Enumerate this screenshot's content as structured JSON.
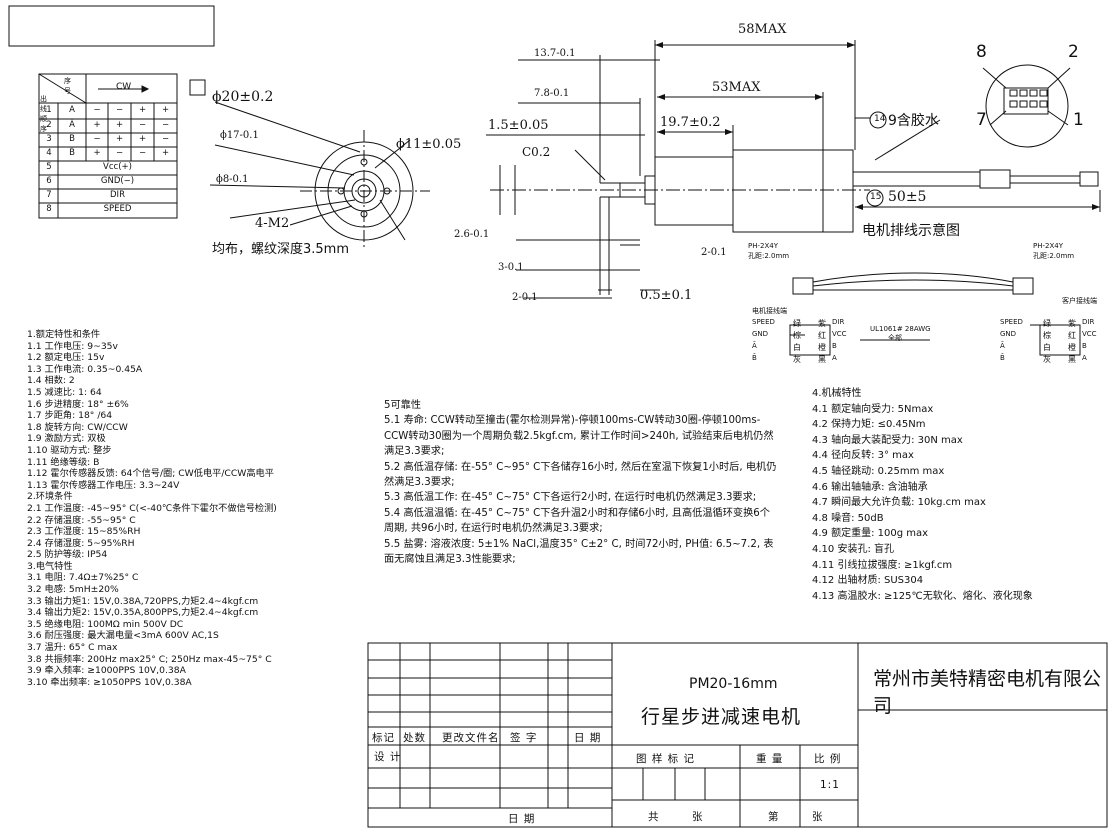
{
  "seq_table": {
    "corner_top": "序号",
    "corner_bottom": "出线顺序",
    "direction": "CW",
    "rows": [
      {
        "no": "1",
        "name": "A",
        "cells": [
          "−",
          "−",
          "+",
          "+"
        ]
      },
      {
        "no": "2",
        "name": "Ā",
        "cells": [
          "+",
          "+",
          "−",
          "−"
        ]
      },
      {
        "no": "3",
        "name": "B",
        "cells": [
          "−",
          "+",
          "+",
          "−"
        ]
      },
      {
        "no": "4",
        "name": "B̄",
        "cells": [
          "+",
          "−",
          "−",
          "+"
        ]
      }
    ],
    "pins": [
      {
        "no": "5",
        "name": "Vcc(+)"
      },
      {
        "no": "6",
        "name": "GND(−)"
      },
      {
        "no": "7",
        "name": "DIR"
      },
      {
        "no": "8",
        "name": "SPEED"
      }
    ]
  },
  "drawing_labels": {
    "phi20": "ϕ20±0.2",
    "phi17": "ϕ17-0.1",
    "phi8": "ϕ8-0.1",
    "m2": "4-M2",
    "m2_note": "均布，螺纹深度3.5mm",
    "phi11": "ϕ11±0.05",
    "c02": "C0.2",
    "dim_13_7": "13.7-0.1",
    "dim_7_8": "7.8-0.1",
    "dim_1_5": "1.5±0.05",
    "dim_58": "58MAX",
    "dim_53": "53MAX",
    "dim_19_7": "19.7±0.2",
    "dim_2_6": "2.6-0.1",
    "dim_3": "3-0.1",
    "dim_2a": "2-0.1",
    "dim_2b": "2-0.1",
    "dim_0_5": "0.5±0.1",
    "glue_no": "14",
    "glue": "9含胶水",
    "lead_no": "15",
    "lead_len": "50±5",
    "wiring_title": "电机排线示意图",
    "connector_pins": [
      "8",
      "2",
      "7",
      "1"
    ],
    "conn_left": "PH-2X4Y",
    "conn_left_sub": "孔距:2.0mm",
    "conn_right": "PH-2X4Y",
    "conn_right_sub": "孔距:2.0mm",
    "motor_side": "电机接线端",
    "customer_side": "客户接线端",
    "cable": "UL1061# 28AWG",
    "cable_sub": "全部",
    "left_pins": [
      "SPEED",
      "GND",
      "Ā",
      "B̄"
    ],
    "right_pins": [
      "DIR",
      "VCC",
      "B",
      "A"
    ],
    "colors_a": [
      "绿",
      "棕",
      "白",
      "灰"
    ],
    "colors_b": [
      "紫",
      "红",
      "橙",
      "黑"
    ]
  },
  "specs_left": [
    "1.额定特性和条件",
    "1.1 工作电压: 9~35v",
    "1.2 额定电压: 15v",
    "1.3 工作电流: 0.35~0.45A",
    "1.4 相数: 2",
    "1.5 减速比: 1: 64",
    "1.6 步进精度: 18° ±6%",
    "1.7 步距角: 18° /64",
    "1.8 旋转方向: CW/CCW",
    "1.9 激励方式: 双极",
    "1.10 驱动方式: 整步",
    "1.11 绝缘等级: B",
    "1.12 霍尔传感器反馈: 64个信号/圈; CW低电平/CCW高电平",
    "1.13 霍尔传感器工作电压: 3.3~24V",
    "2.环境条件",
    "2.1 工作温度: -45~95° C(<-40℃条件下霍尔不做信号检测)",
    "2.2 存储温度: -55~95° C",
    "2.3 工作湿度: 15~85%RH",
    "2.4 存储湿度: 5~95%RH",
    "2.5 防护等级: IP54",
    "3.电气特性",
    "3.1 电阻: 7.4Ω±7%25° C",
    "3.2 电感: 5mH±20%",
    "3.3 输出力矩1: 15V,0.38A,720PPS,力矩2.4~4kgf.cm",
    "3.4 输出力矩2: 15V,0.35A,800PPS,力矩2.4~4kgf.cm",
    "3.5 绝缘电阻: 100MΩ min 500V DC",
    "3.6 耐压强度: 最大漏电量<3mA 600V AC,1S",
    "3.7 温升: 65° C max",
    "3.8 共振频率: 200Hz max25° C; 250Hz max-45~75° C",
    "3.9 牵入频率: ≥1000PPS 10V,0.38A",
    "3.10 牵出频率: ≥1050PPS 10V,0.38A"
  ],
  "reliability": [
    "5可靠性",
    "5.1 寿命: CCW转动至撞击(霍尔检测异常)-停顿100ms-CW转动30圈-停顿100ms-CCW转动30圈为一个周期负载2.5kgf.cm, 累计工作时间>240h, 试验结束后电机仍然满足3.3要求;",
    "5.2 高低温存储: 在-55° C~95° C下各储存16小时, 然后在室温下恢复1小时后, 电机仍然满足3.3要求;",
    "5.3 高低温工作: 在-45° C~75° C下各运行2小时, 在运行时电机仍然满足3.3要求;",
    "5.4 高低温温循: 在-45° C~75° C下各升温2小时和存储6小时, 且高低温循环变换6个周期, 共96小时, 在运行时电机仍然满足3.3要求;",
    "5.5 盐雾: 溶液浓度: 5±1% NaCl,温度35° C±2° C, 时间72小时, PH值: 6.5~7.2, 表面无腐蚀且满足3.3性能要求;"
  ],
  "mechanical": [
    "4.机械特性",
    "4.1 额定轴向受力: 5Nmax",
    "4.2 保持力矩: ≤0.45Nm",
    "4.3 轴向最大装配受力: 30N max",
    "4.4 径向反转: 3° max",
    "4.5 轴径跳动: 0.25mm max",
    "4.6 输出轴轴承: 含油轴承",
    "4.7 瞬间最大允许负载: 10kg.cm max",
    "4.8 噪音: 50dB",
    "4.9 额定重量: 100g max",
    "4.10 安装孔: 盲孔",
    "4.11 引线拉拔强度: ≥1kgf.cm",
    "4.12 出轴材质: SUS304",
    "4.13 高温胶水: ≥125℃无软化、熔化、液化现象"
  ],
  "title_block": {
    "model": "PM20-16mm",
    "name": "行星步进减速电机",
    "company": "常州市美特精密电机有限公司",
    "rev_headers": [
      "标记",
      "处数",
      "更改文件名",
      "签 字",
      "日 期"
    ],
    "design": "设 计",
    "date": "日 期",
    "drawing_mark": "图 样 标 记",
    "weight": "重 量",
    "scale_label": "比 例",
    "scale": "1:1",
    "total": "共",
    "sheets": "张",
    "page": "第",
    "page_sheets": "张"
  }
}
